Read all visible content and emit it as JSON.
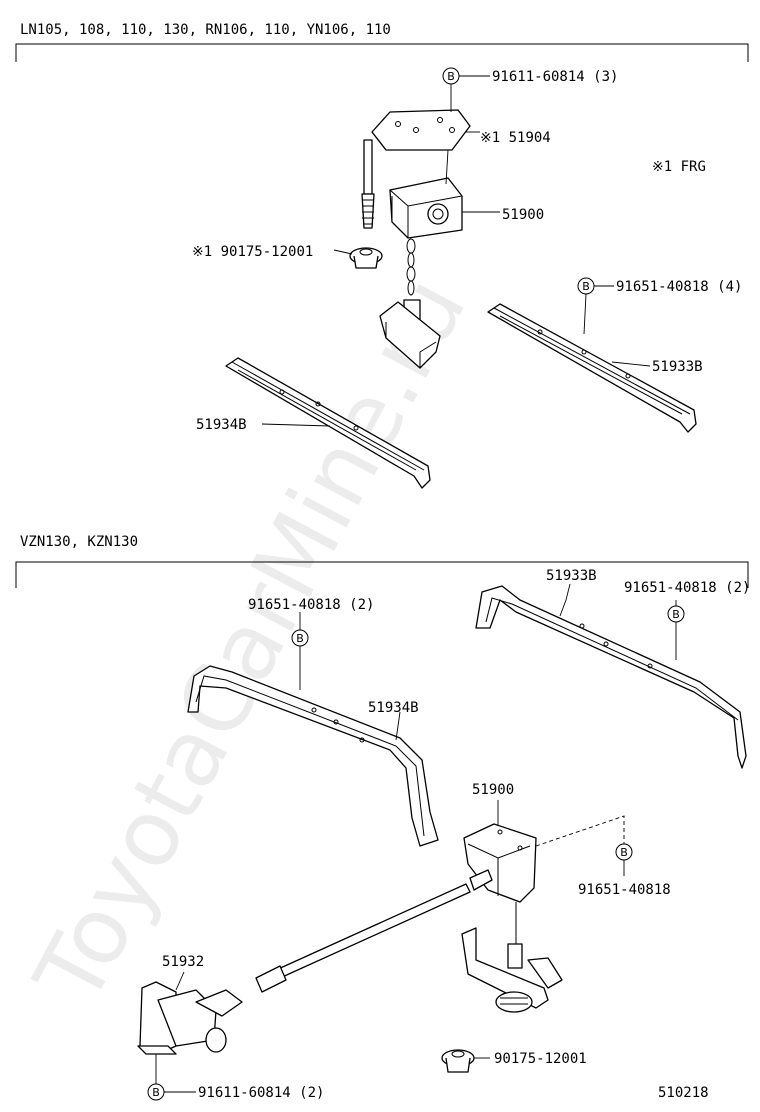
{
  "sections": [
    {
      "header": "LN105, 108, 110, 130, RN106, 110, YN106, 110",
      "note": "※1 FRG",
      "labels": {
        "p91611_60814_3": "91611-60814 (3)",
        "p51904": "※1 51904",
        "p51900": "51900",
        "p90175_12001": "※1 90175-12001",
        "p91651_40818_4": "91651-40818 (4)",
        "p51933B": "51933B",
        "p51934B": "51934B"
      }
    },
    {
      "header": "VZN130, KZN130",
      "labels": {
        "p51933B": "51933B",
        "p91651_40818_2a": "91651-40818 (2)",
        "p91651_40818_2b": "91651-40818 (2)",
        "p51934B": "51934B",
        "p51900": "51900",
        "p91651_40818": "91651-40818",
        "p51932": "51932",
        "p90175_12001": "90175-12001",
        "p91611_60814_2": "91611-60814 (2)"
      }
    }
  ],
  "bolt_symbol": "B",
  "diagram_code": "510218",
  "watermark": "ToyotaCarMine.ru"
}
